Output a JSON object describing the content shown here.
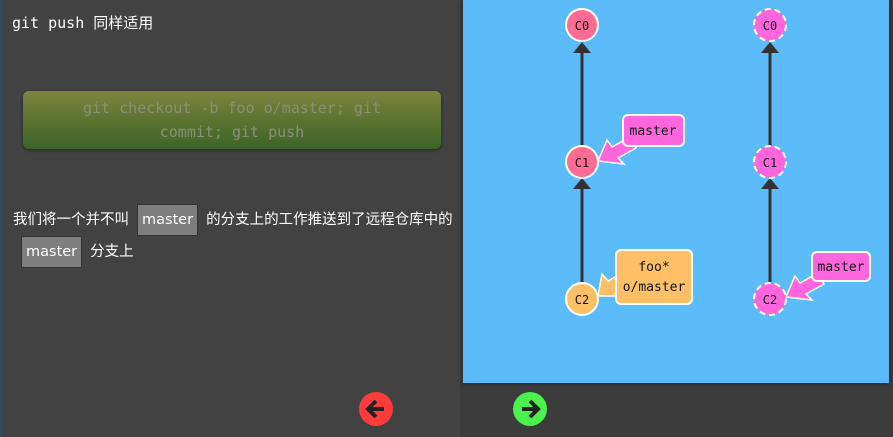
{
  "title": "git push 同样适用",
  "command": "git checkout -b foo o/master; git commit; git push",
  "description": {
    "part1": "我们将一个并不叫",
    "code1": "master",
    "part2": "的分支上的工作推送到了远程仓库中的",
    "code2": "master",
    "part3": "分支上"
  },
  "local_repo": {
    "commits": [
      {
        "id": "C0"
      },
      {
        "id": "C1"
      },
      {
        "id": "C2"
      }
    ],
    "branch_master": "master",
    "branch_foo": "foo*",
    "branch_remote": "o/master"
  },
  "remote_repo": {
    "commits": [
      {
        "id": "C0"
      },
      {
        "id": "C1"
      },
      {
        "id": "C2"
      }
    ],
    "branch_master": "master"
  },
  "nav": {
    "prev_icon": "arrow-left-icon",
    "next_icon": "arrow-right-icon"
  },
  "colors": {
    "local_commit": "#ff6b93",
    "head_commit": "#ffbf66",
    "remote_commit": "#ff66dd",
    "branch": "#ff66dd",
    "panel": "#5cbbf9"
  }
}
